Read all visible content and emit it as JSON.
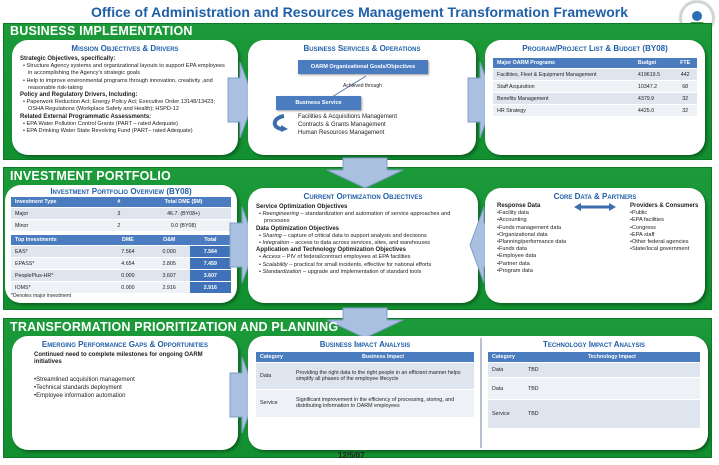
{
  "title": "Office of Administration and Resources Management Transformation Framework",
  "logo": {
    "text": "EPA seal",
    "icon": "epa-seal-icon"
  },
  "colors": {
    "band": "#1c9a3a",
    "accent": "#1f5fa8",
    "table_header": "#4a7cbf"
  },
  "business_implementation": {
    "header": "BUSINESS IMPLEMENTATION",
    "mission": {
      "title": "Mission Objectives & Drivers",
      "strategic_heading": "Strategic Objectives, specifically:",
      "strategic": [
        "Structure Agency systems and organizational layouts to support EPA employees in accomplishing the Agency's strategic goals",
        "Help to improve environmental programs through innovation, creativity ,and reasonable risk-taking"
      ],
      "policy_heading": "Policy and Regulatory Drivers, Including:",
      "policy": [
        "Paperwork Reduction Act; Energy Policy Act; Executive Order 13148/13423; OSHA Regulations (Workplace Safety and Health); HSPD-12"
      ],
      "assess_heading": "Related External Programmatic Assessments:",
      "assess": [
        "EPA Water Pollution Control Grants (PART – rated Adequate)",
        "EPA Drinking Water State Revolving Fund (PART– rated Adequate)"
      ]
    },
    "services": {
      "title": "Business Services & Operations",
      "goals_box": "OARM Organizational Goals/Objectives",
      "achieved": "Achieved through",
      "service_box": "Business Service",
      "items": [
        "Facilities & Acquisitions Management",
        "Contracts & Grants Management",
        "Human Resources Management"
      ]
    },
    "program": {
      "title": "Program/Project List & Budget (BY08)",
      "headers": [
        "Major OARM Programs",
        "Budget",
        "FTE"
      ],
      "rows": [
        [
          "Facilities, Fleet & Equipment Management",
          "419619.5",
          "442"
        ],
        [
          "Staff Acquisition",
          "10347.2",
          "68"
        ],
        [
          "Benefits Management",
          "4379.9",
          "32"
        ],
        [
          "HR Strategy",
          "4425.0",
          "32"
        ]
      ]
    }
  },
  "investment_portfolio": {
    "header": "INVESTMENT PORTFOLIO",
    "overview": {
      "title": "Investment Portfolio Overview (BY08)",
      "headers": [
        "Investment Type",
        "#",
        "Total DME ($M)"
      ],
      "rows": [
        [
          "Major",
          "3",
          "46.7. (BY08+)"
        ],
        [
          "Minor",
          "2",
          "0.0 (BY08)"
        ]
      ],
      "top_headers": [
        "Top Investments",
        "DME",
        "O&M",
        "Total"
      ],
      "top_rows": [
        [
          "EAS*",
          "7.564",
          "0.000",
          "7.564"
        ],
        [
          "EPASS*",
          "4.654",
          "2.805",
          "7.459"
        ],
        [
          "PeoplePlus-HR*",
          "0.000",
          "3.607",
          "3.607"
        ],
        [
          "IOMS*",
          "0.000",
          "2.916",
          "2.916"
        ]
      ],
      "note": "*Denotes major investment"
    },
    "optimization": {
      "title": "Current Optimization Objectives",
      "groups": [
        {
          "heading": "Service Optimization Objectives",
          "items": [
            {
              "em": "Reengineering",
              "text": " – standardization  and automation of service approaches and processes"
            }
          ]
        },
        {
          "heading": "Data Optimization Objectives",
          "items": [
            {
              "em": "Sharing",
              "text": " – capture of critical data to support analysis and decisions"
            },
            {
              "em": "Integration",
              "text": " – access to data across services, sites, and warehouses"
            }
          ]
        },
        {
          "heading": "Application and Technology Optimization Objectives",
          "items": [
            {
              "em": "Access",
              "text": " – PIV of federal/contract employees at EPA facilities"
            },
            {
              "em": "Scalability",
              "text": " – practical for small incidents, effective for national efforts"
            },
            {
              "em": "Standardization",
              "text": " – upgrade and implementation of standard tools"
            }
          ]
        }
      ]
    },
    "core": {
      "title": "Core Data & Partners",
      "left_heading": "Response Data",
      "left": [
        "•Facility data",
        "•Accounting",
        "•Funds management data",
        "•Organizational data",
        "•Planning/performance data",
        "•Funds data",
        "•Employee data",
        "•Partner data",
        "•Program data"
      ],
      "right_heading": "Providers & Consumers",
      "right": [
        "•Public",
        "•EPA facilities",
        "•Congress",
        "•EPA staff",
        "•Other federal agencies",
        "•State/local government"
      ]
    }
  },
  "transformation": {
    "header": "TRANSFORMATION PRIORITIZATION AND PLANNING",
    "gaps": {
      "title": "Emerging Performance Gaps & Opportunities",
      "lead": "Continued need to complete milestones for ongoing OARM initiatives",
      "items": [
        "•Streamlined acquisition management",
        "•Technical standards deployment",
        "•Employee information automation"
      ]
    },
    "business": {
      "title": "Business Impact Analysis",
      "headers": [
        "Category",
        "Business Impact"
      ],
      "rows": [
        [
          "Data",
          "Providing the right data to the right people in an efficient manner helps simplify all phases of the employee lifecycle"
        ],
        [
          "Service",
          "Significant improvement in the efficiency of processing, storing, and distributing information to OARM employees"
        ]
      ]
    },
    "technology": {
      "title": "Technology Impact Analysis",
      "headers": [
        "Category",
        "Technology Impact"
      ],
      "rows": [
        [
          "Data",
          "TBD"
        ],
        [
          "Data",
          "TBD"
        ],
        [
          "Service",
          "TBD"
        ]
      ]
    }
  },
  "date": "12/5/07"
}
